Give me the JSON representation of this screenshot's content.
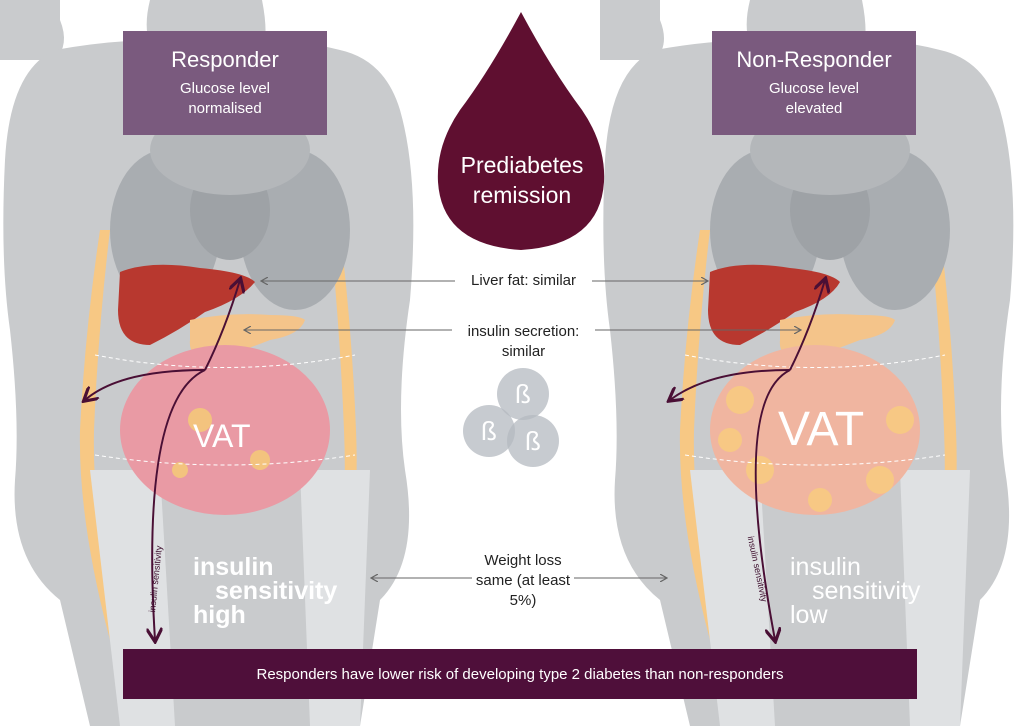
{
  "responder": {
    "title": "Responder",
    "subtitle": "Glucose level normalised",
    "vat": "VAT",
    "sensitivity_words": [
      "insulin",
      "sensitivity",
      "high"
    ],
    "arrow_label": "insulin sensitivity"
  },
  "non_responder": {
    "title": "Non-Responder",
    "subtitle": "Glucose level elevated",
    "vat": "VAT",
    "sensitivity_words": [
      "insulin",
      "sensitivity",
      "low"
    ],
    "arrow_label": "insulin sensitivity"
  },
  "center": {
    "drop_text": "Prediabetes remission",
    "liver_fat": "Liver fat: similar",
    "insulin_secretion": "insulin secretion: similar",
    "beta_symbol": "ß",
    "weight_loss": "Weight loss same (at least 5%)"
  },
  "banner": "Responders have lower risk of developing type 2 diabetes than non-responders",
  "colors": {
    "body": "#c9cbcd",
    "organ": "#a9adb1",
    "liver": "#b8382f",
    "pancreas": "#f4c48a",
    "intestine": "#e99aa4",
    "fat": "#f7c884",
    "drop": "#5f0f30",
    "box": "#7a5a7e",
    "banner": "#4f0f3a",
    "arrow": "#4a0f35"
  }
}
